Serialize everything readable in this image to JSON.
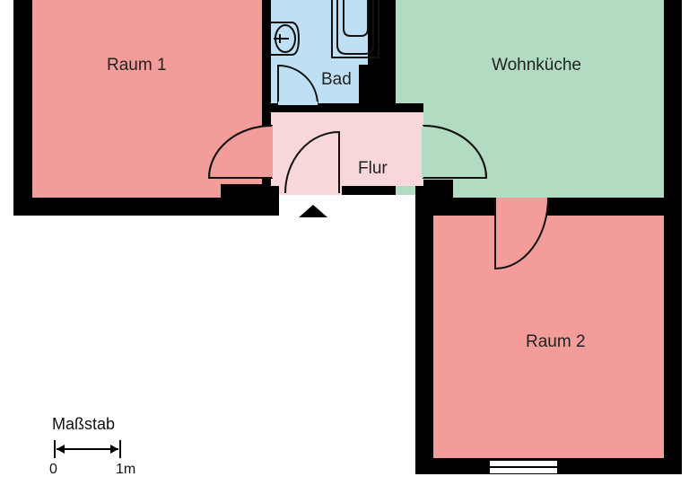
{
  "floorplan": {
    "rooms": [
      {
        "id": "raum1",
        "label": "Raum 1",
        "color": "#f29d9a"
      },
      {
        "id": "bad",
        "label": "Bad",
        "color": "#bfe0f4"
      },
      {
        "id": "wohnkueche",
        "label": "Wohnküche",
        "color": "#b2dcc1"
      },
      {
        "id": "flur",
        "label": "Flur",
        "color": "#f7d7d8"
      },
      {
        "id": "raum2",
        "label": "Raum 2",
        "color": "#f29d9a"
      }
    ],
    "wall_color": "#000000",
    "entrance_marker": "entrance-arrow"
  },
  "scale": {
    "title": "Maßstab",
    "start_label": "0",
    "end_label": "1m"
  }
}
